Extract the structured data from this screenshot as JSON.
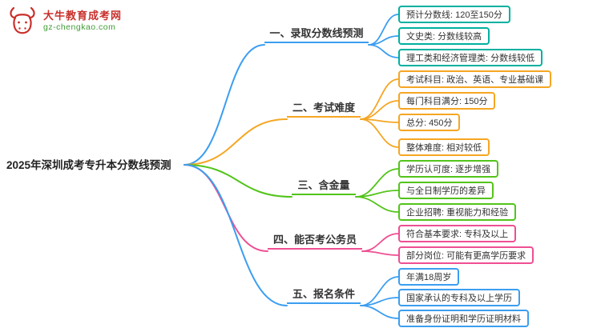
{
  "logo": {
    "site_name": "大牛教育成考网",
    "site_url": "gz-chengkao.com"
  },
  "colors": {
    "blue": "#3b9ef0",
    "orange": "#f5a623",
    "green": "#52c41a",
    "pink": "#ee4f93",
    "teal": "#00b0a0",
    "brand_red": "#c9302c",
    "brand_green": "#3f9c35"
  },
  "root": {
    "label": "2025年深圳成考专升本分数线预测"
  },
  "branches": [
    {
      "label": "一、录取分数线预测",
      "children": [
        "预计分数线: 120至150分",
        "文史类: 分数线较高",
        "理工类和经济管理类: 分数线较低"
      ]
    },
    {
      "label": "二、考试难度",
      "children": [
        "考试科目: 政治、英语、专业基础课",
        "每门科目满分: 150分",
        "总分: 450分",
        "整体难度: 相对较低"
      ]
    },
    {
      "label": "三、含金量",
      "children": [
        "学历认可度: 逐步增强",
        "与全日制学历的差异",
        "企业招聘: 重视能力和经验"
      ]
    },
    {
      "label": "四、能否考公务员",
      "children": [
        "符合基本要求: 专科及以上",
        "部分岗位: 可能有更高学历要求"
      ]
    },
    {
      "label": "五、报名条件",
      "children": [
        "年满18周岁",
        "国家承认的专科及以上学历",
        "准备身份证明和学历证明材料"
      ]
    }
  ]
}
